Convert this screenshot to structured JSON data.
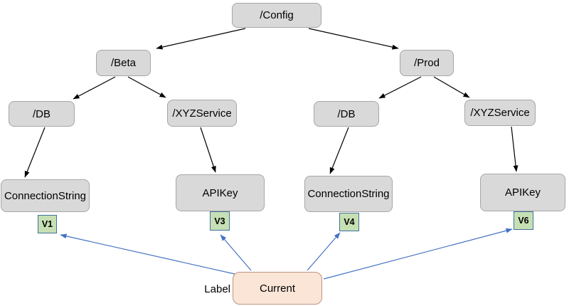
{
  "diagram": {
    "type": "tree-hierarchy",
    "nodes": {
      "config": {
        "label": "/Config"
      },
      "beta": {
        "label": "/Beta"
      },
      "prod": {
        "label": "/Prod"
      },
      "beta_db": {
        "label": "/DB"
      },
      "beta_xyz": {
        "label": "/XYZService"
      },
      "prod_db": {
        "label": "/DB"
      },
      "prod_xyz": {
        "label": "/XYZService"
      },
      "beta_conn": {
        "label": "ConnectionString",
        "version": "V1"
      },
      "beta_apikey": {
        "label": "APIKey",
        "version": "V3"
      },
      "prod_conn": {
        "label": "ConnectionString",
        "version": "V4"
      },
      "prod_apikey": {
        "label": "APIKey",
        "version": "V6"
      }
    },
    "current": {
      "label": "Current",
      "annotation": "Label",
      "points_to_versions": [
        "V1",
        "V3",
        "V4",
        "V6"
      ]
    },
    "tree_edges": [
      {
        "from": "/Config",
        "to": "/Beta"
      },
      {
        "from": "/Config",
        "to": "/Prod"
      },
      {
        "from": "/Beta",
        "to": "/DB"
      },
      {
        "from": "/Beta",
        "to": "/XYZService"
      },
      {
        "from": "/Beta/DB",
        "to": "ConnectionString"
      },
      {
        "from": "/Beta/XYZService",
        "to": "APIKey"
      },
      {
        "from": "/Prod",
        "to": "/DB"
      },
      {
        "from": "/Prod",
        "to": "/XYZService"
      },
      {
        "from": "/Prod/DB",
        "to": "ConnectionString"
      },
      {
        "from": "/Prod/XYZService",
        "to": "APIKey"
      }
    ],
    "colors": {
      "node_fill": "#d9d9d9",
      "node_border": "#a6a6a6",
      "badge_fill": "#c6e0b4",
      "badge_border": "#41719c",
      "current_fill": "#fbe5d6",
      "current_border": "#b99582",
      "tree_edge": "#000000",
      "label_edge": "#4472c4"
    }
  }
}
